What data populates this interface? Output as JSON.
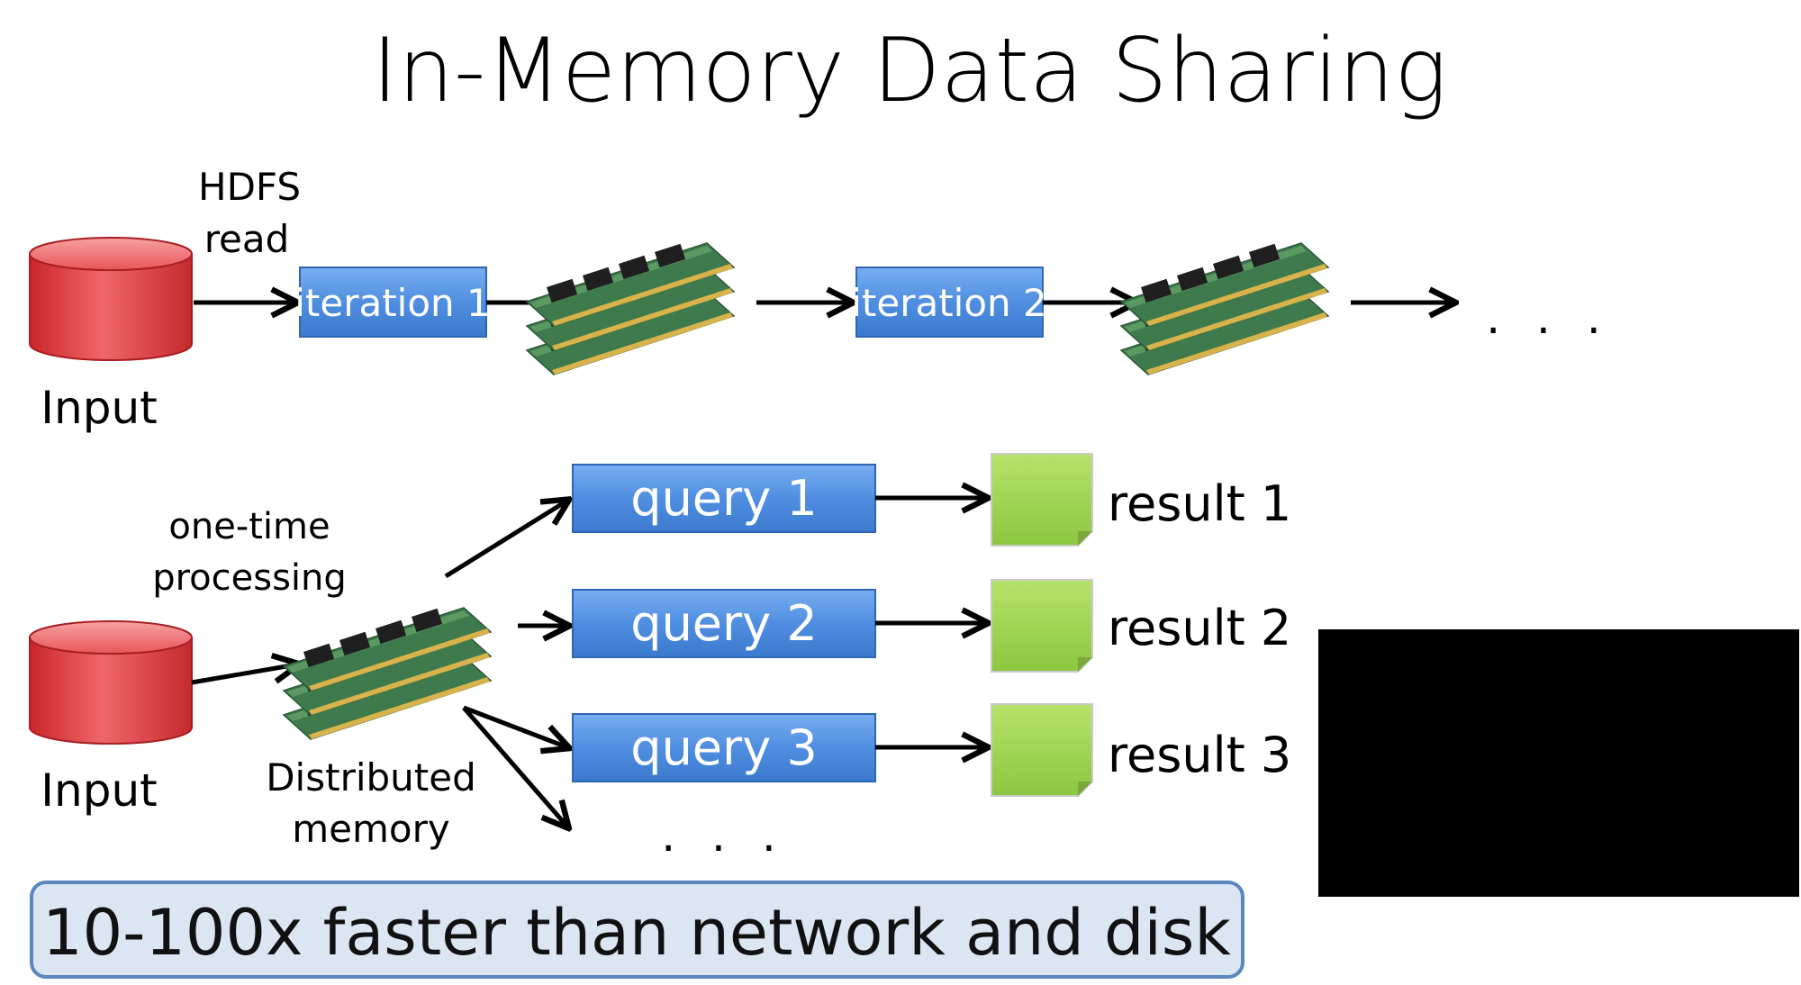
{
  "title": "In-Memory Data Sharing",
  "top_flow": {
    "hdfs_label_line1": "HDFS",
    "hdfs_label_line2": "read",
    "input_label": "Input",
    "iteration1_label": "iteration 1",
    "iteration2_label": "iteration 2",
    "ellipsis": ". . ."
  },
  "bottom_flow": {
    "processing_line1": "one-time",
    "processing_line2": "processing",
    "input_label": "Input",
    "memory_line1": "Distributed",
    "memory_line2": "memory",
    "queries": [
      "query 1",
      "query 2",
      "query 3"
    ],
    "results": [
      "result 1",
      "result 2",
      "result 3"
    ],
    "ellipsis": ". . ."
  },
  "banner": "10-100x faster than network and disk",
  "colors": {
    "database_red": "#e8474a",
    "process_blue": "#4f8ee0",
    "result_green": "#9bd348",
    "banner_fill": "#dce6f2",
    "banner_stroke": "#5b86c0",
    "redacted_black": "#000000"
  },
  "icons": {
    "database": "database-cylinder-icon",
    "memory": "ram-modules-icon",
    "result": "note-icon"
  }
}
